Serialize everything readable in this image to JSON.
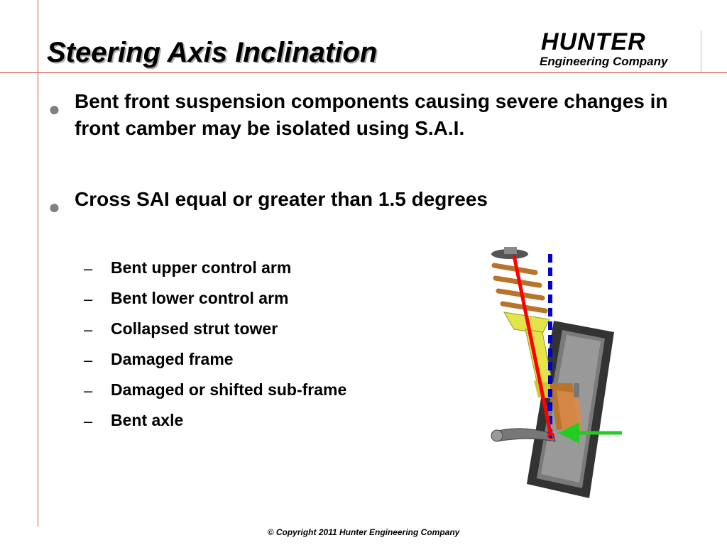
{
  "slide": {
    "title": "Steering Axis Inclination",
    "logo": {
      "line1": "HUNTER",
      "line2": "Engineering Company"
    },
    "bullets": [
      "Bent front suspension components causing severe changes in front camber may be isolated using S.A.I.",
      "Cross SAI equal or greater than 1.5 degrees"
    ],
    "subitems": [
      "Bent upper control arm",
      "Bent lower control arm",
      "Collapsed strut tower",
      "Damaged frame",
      "Damaged or shifted sub-frame",
      "Bent axle"
    ],
    "footer": "© Copyright 2011 Hunter Engineering Company"
  },
  "colors": {
    "accent_line": "#d9534f",
    "sai_line": "#ff0000",
    "vertical_reference": "#0000cc",
    "arrow": "#22cc22",
    "strut": "#e3e34a"
  }
}
